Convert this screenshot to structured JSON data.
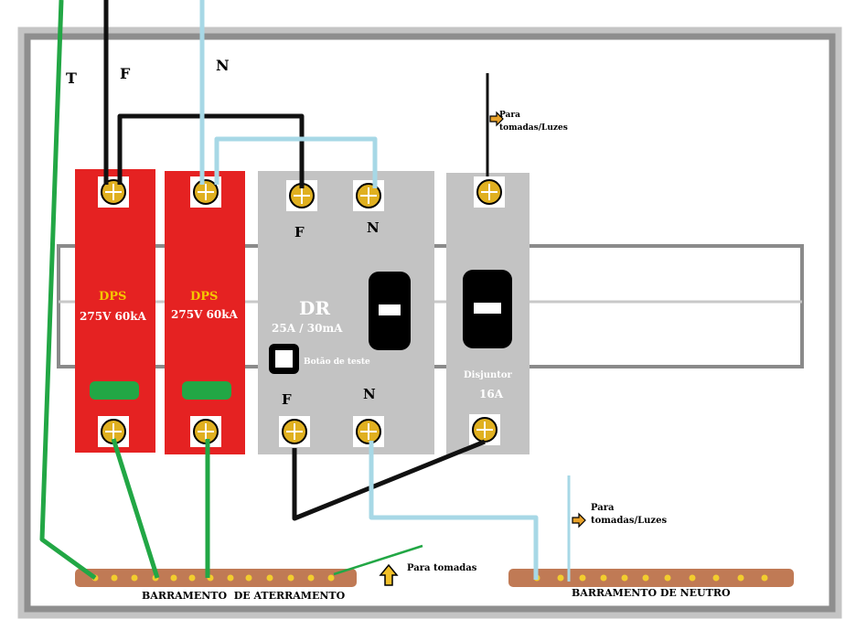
{
  "wire_labels": {
    "earth": "T",
    "phase": "F",
    "neutral": "N"
  },
  "dps_1": {
    "title": "DPS",
    "rating": "275V 60kA"
  },
  "dps_2": {
    "title": "DPS",
    "rating": "275V 60kA"
  },
  "dr": {
    "title": "DR",
    "rating": "25A / 30mA",
    "test_button_label": "Botão de teste",
    "top_phase": "F",
    "top_neutral": "N",
    "bottom_phase": "F",
    "bottom_neutral": "N"
  },
  "breaker": {
    "title": "Disjuntor",
    "rating": "16A"
  },
  "outputs": {
    "top_line1": "Para",
    "top_line2": "tomadas/Luzes",
    "right_line1": "Para",
    "right_line2": "tomadas/Luzes",
    "sockets": "Para tomadas"
  },
  "earth_busbar_label": "BARRAMENTO  DE ATERRAMENTO",
  "neutral_busbar_label": "BARRAMENTO DE NEUTRO",
  "colors": {
    "earth_wire": "#22a745",
    "phase_wire": "#111111",
    "neutral_wire": "#a7d8e6",
    "dps_body": "#e52222",
    "dr_body": "#c3c3c3",
    "busbar": "#c07a55",
    "terminal": "#e0b020",
    "dps_text": "#f5c600"
  }
}
